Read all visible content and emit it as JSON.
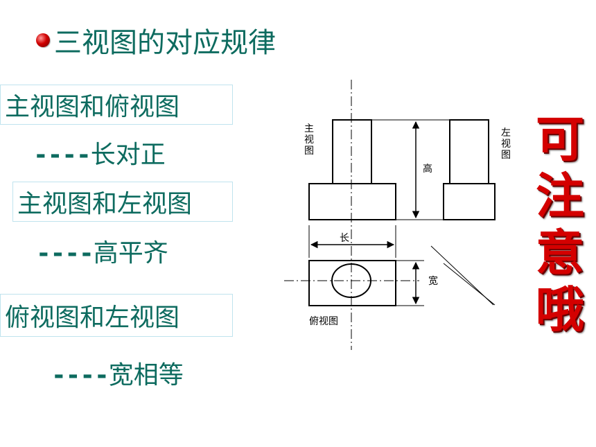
{
  "title": "三视图的对应规律",
  "rules": [
    {
      "pair": "主视图和俯视图",
      "dashes": "----",
      "rule": "长对正"
    },
    {
      "pair": "主视图和左视图",
      "dashes": "----",
      "rule": "高平齐"
    },
    {
      "pair": "俯视图和左视图",
      "dashes": "----",
      "rule": "宽相等"
    }
  ],
  "diagram": {
    "front_view_label": "主视图",
    "left_view_label": "左视图",
    "top_view_label": "俯视图",
    "height_label": "高",
    "length_label": "长",
    "width_label": "宽"
  },
  "notice": [
    "可",
    "注",
    "意",
    "哦"
  ],
  "colors": {
    "text": "#0d6b5f",
    "notice": "#d40000",
    "bullet": "#d10000"
  }
}
